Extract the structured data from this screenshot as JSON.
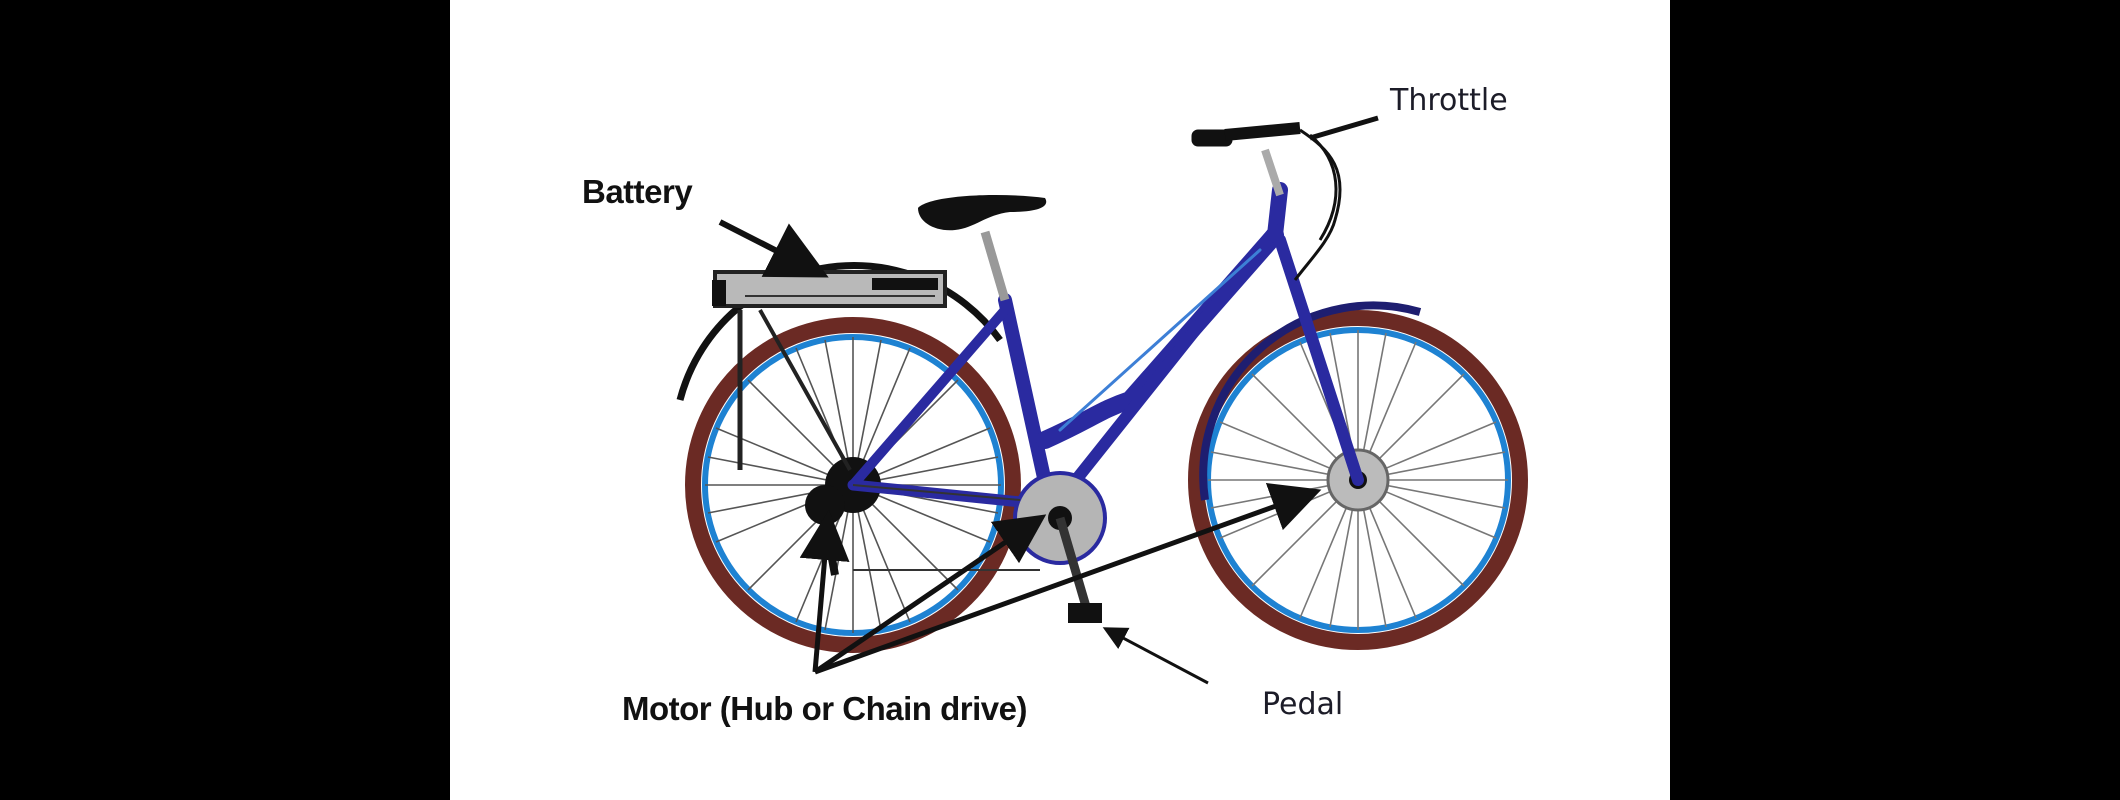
{
  "diagram": {
    "type": "labeled-illustration",
    "subject": "Electric bicycle components",
    "background": "#000000",
    "panel_background": "#ffffff",
    "colors": {
      "frame": "#2a2aa0",
      "frame_highlight": "#3d7fd6",
      "rim": "#1e82d2",
      "tire": "#6b2a24",
      "dark_parts": "#111111",
      "battery": "#b9b9b9"
    },
    "labels": [
      {
        "id": "battery",
        "text": "Battery",
        "style": "bold"
      },
      {
        "id": "throttle",
        "text": "Throttle",
        "style": "regular"
      },
      {
        "id": "motor",
        "text": "Motor (Hub or Chain drive)",
        "style": "bold"
      },
      {
        "id": "pedal",
        "text": "Pedal",
        "style": "regular"
      }
    ],
    "arrows": [
      {
        "from": "battery",
        "points_to": "rear-rack battery pack"
      },
      {
        "from": "throttle",
        "points_to": "right handlebar grip"
      },
      {
        "from": "motor",
        "points_to": "rear hub"
      },
      {
        "from": "motor",
        "points_to": "chainring / crank"
      },
      {
        "from": "motor",
        "points_to": "front hub"
      },
      {
        "from": "pedal",
        "points_to": "pedal"
      }
    ]
  }
}
